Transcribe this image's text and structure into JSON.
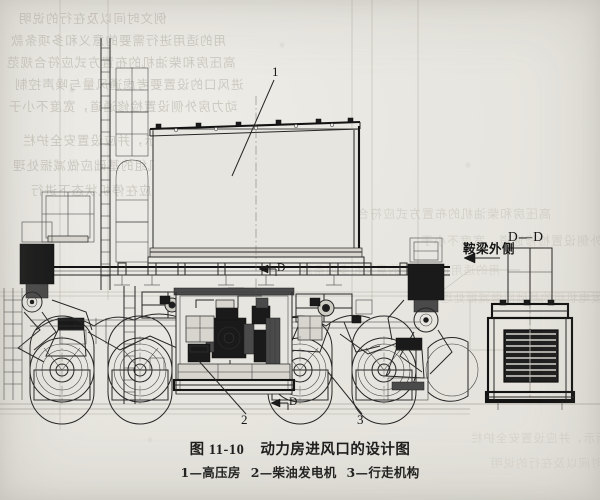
{
  "figure": {
    "caption_number": "图 11-10",
    "caption_title": "动力房进风口的设计图",
    "legend": [
      {
        "key": "1",
        "label": "高压房"
      },
      {
        "key": "2",
        "label": "柴油发电机"
      },
      {
        "key": "3",
        "label": "行走机构"
      }
    ],
    "legend_line": "1—高压房  2—柴油发电机  3—行走机构"
  },
  "annotations": {
    "callout_1": "1",
    "callout_2": "2",
    "callout_3": "3",
    "section_mark_left": "D",
    "section_mark_right": "D",
    "section_view_title": "D—D",
    "saddle_beam_outside": "鞍梁外侧"
  },
  "drawing": {
    "type": "engineering-elevation-and-section",
    "views": [
      {
        "name": "main-elevation",
        "description": "动力房侧视图 — 高压房、柴油发电机及行走机构"
      },
      {
        "name": "section-d-d",
        "description": "D—D 剖面 — 进风口百叶窗"
      }
    ],
    "parts": [
      {
        "id": "1",
        "name": "高压房",
        "view": "main-elevation"
      },
      {
        "id": "2",
        "name": "柴油发电机",
        "view": "main-elevation"
      },
      {
        "id": "3",
        "name": "行走机构",
        "view": "main-elevation"
      }
    ]
  },
  "scan": {
    "background_color": "#e9e7e1",
    "ink_color": "#1a1a1a",
    "ghost_text_color": "#b9b5ac",
    "bleed_through_lines": [
      "例文时间以及在行的说明",
      "用的适用进行需要的意义和多项条款",
      "高压房和柴油机的布置方式应符合规范",
      "进风口的设置要考虑通风量与噪声控制",
      "动力房外侧设置检修通道，宽度不小于",
      "见图 11-9 所示，并应设置安全护栏",
      "柴油发电机组的基础应做减振处理",
      "行走机构的检修应在停机状态下进行"
    ]
  }
}
